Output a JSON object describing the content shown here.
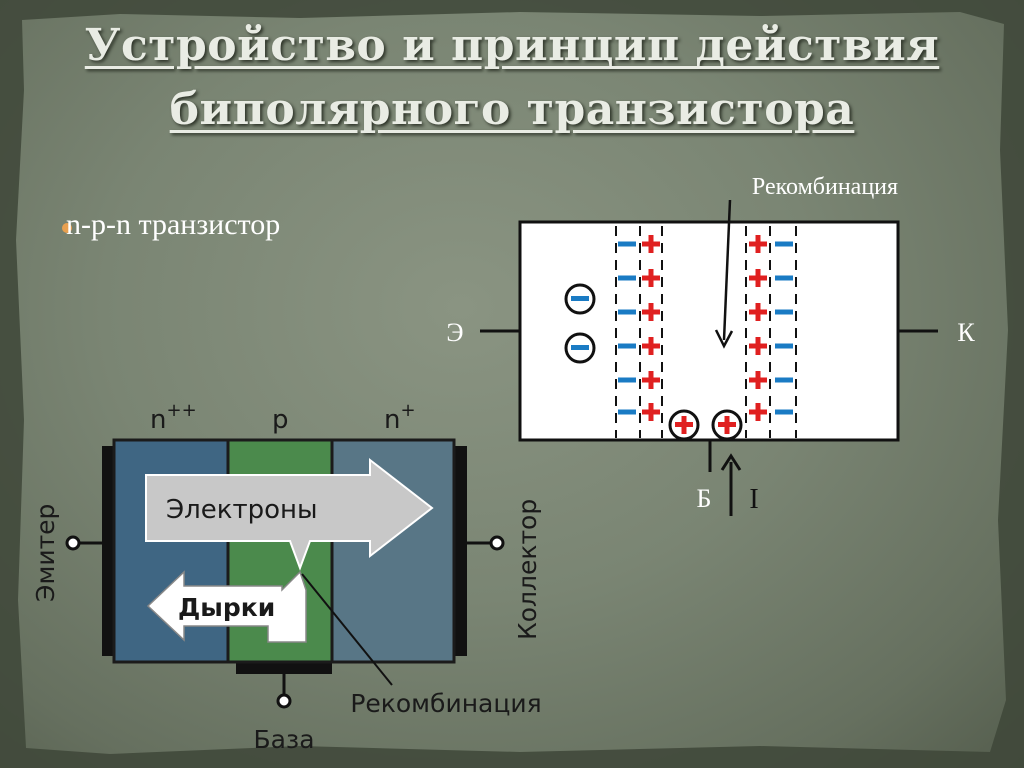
{
  "slide": {
    "title_line1": "Устройство и принцип действия",
    "title_line2": "биполярного транзистора",
    "bullet": "n-p-n транзистор"
  },
  "right_diagram": {
    "recombination_label": "Рекомбинация",
    "emitter_label": "Э",
    "collector_label": "К",
    "base_label": "Б",
    "current_label": "I",
    "minus_sign": "−",
    "plus_sign": "+"
  },
  "left_diagram": {
    "region_n_emitter": "n",
    "region_n_emitter_sup": "++",
    "region_p": "p",
    "region_n_collector": "n",
    "region_n_collector_sup": "+",
    "electrons_label": "Электроны",
    "holes_label": "Дырки",
    "emitter_label": "Эмитер",
    "collector_label": "Коллектор",
    "base_label": "База",
    "recombination_label": "Рекомбинация"
  },
  "colors": {
    "accent_bullet": "#e8a050",
    "minus_blue": "#1a7bc4",
    "plus_red": "#e02020",
    "emitter_region": "#3f6683",
    "base_region": "#4b8a4c",
    "collector_region": "#587686"
  }
}
